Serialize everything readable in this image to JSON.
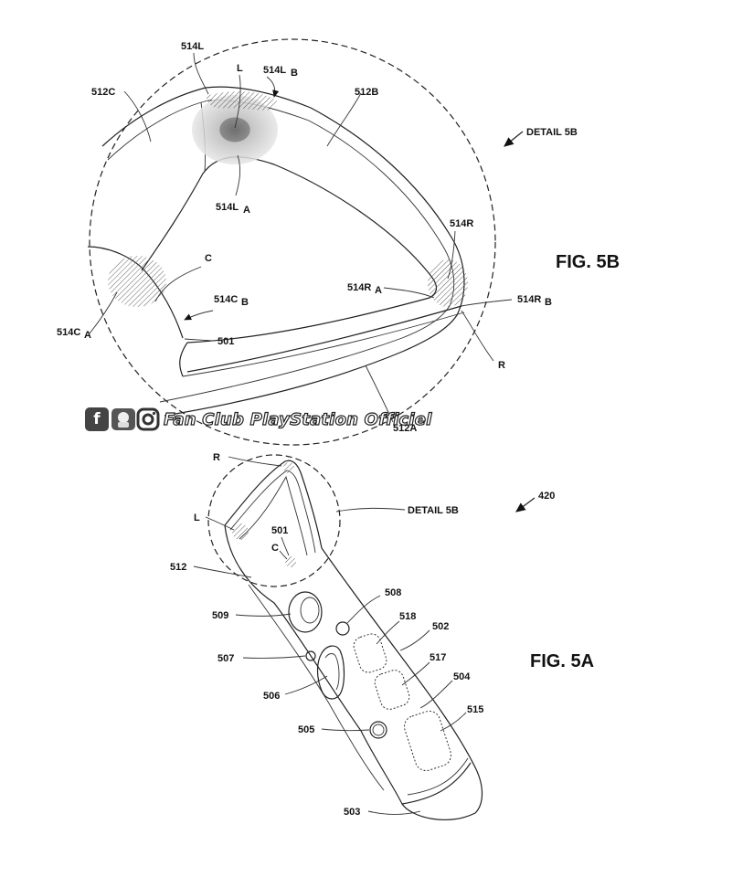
{
  "figures": {
    "fig_5b": "FIG. 5B",
    "fig_5a": "FIG. 5A",
    "detail_5b_top": "DETAIL 5B",
    "detail_5b_bottom": "DETAIL 5B",
    "ref_420": "420"
  },
  "labels_5b": {
    "l_514L": "514L",
    "l_L": "L",
    "l_514LB": "514L",
    "l_514LB_sub": "B",
    "l_512C": "512C",
    "l_512B": "512B",
    "l_514LA": "514L",
    "l_514LA_sub": "A",
    "l_C": "C",
    "l_514R": "514R",
    "l_514RA": "514R",
    "l_514RA_sub": "A",
    "l_514RB": "514R",
    "l_514RB_sub": "B",
    "l_514CB": "514C",
    "l_514CB_sub": "B",
    "l_514CA": "514C",
    "l_514CA_sub": "A",
    "l_501": "501",
    "l_R": "R",
    "l_512A": "512A"
  },
  "labels_5a": {
    "l_R": "R",
    "l_L": "L",
    "l_501": "501",
    "l_C": "C",
    "l_512": "512",
    "l_509": "509",
    "l_508": "508",
    "l_518": "518",
    "l_502": "502",
    "l_507": "507",
    "l_517": "517",
    "l_504": "504",
    "l_506": "506",
    "l_515": "515",
    "l_505": "505",
    "l_503": "503"
  },
  "watermark": {
    "icon_f": "f",
    "text": "Fan Club PlayStation Officiel"
  }
}
